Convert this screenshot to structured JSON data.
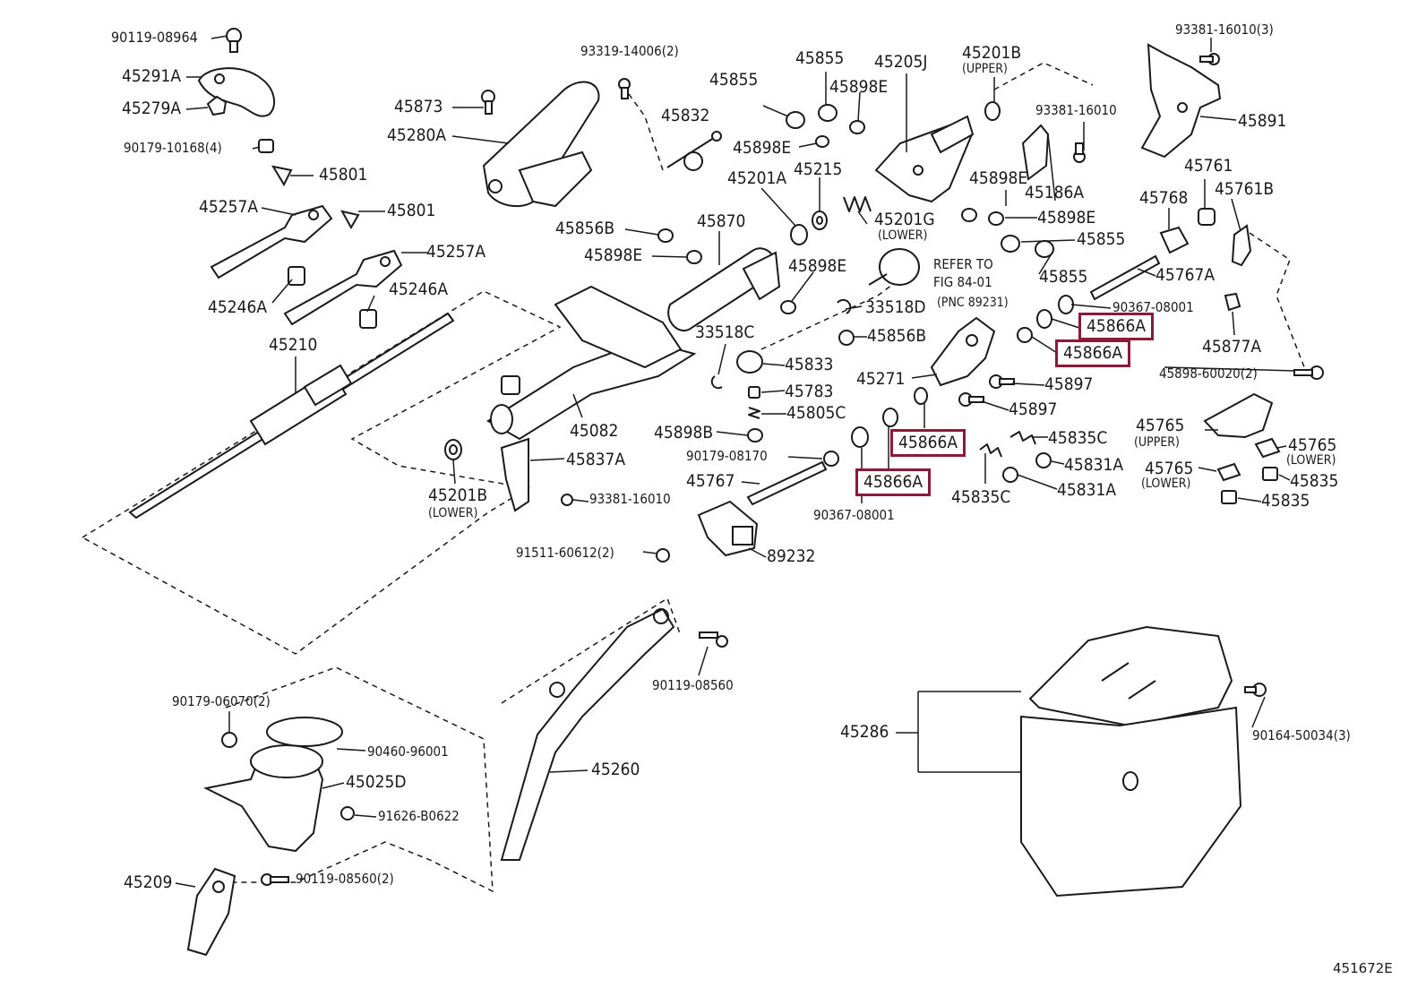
{
  "diagram_id": "451672E",
  "refer_note": {
    "line1": "REFER TO",
    "line2": "FIG 84-01",
    "line3": "(PNC 89231)"
  },
  "highlight_color": "#8b1a3a",
  "labels": {
    "p90119_08964": "90119-08964",
    "p45291A": "45291A",
    "p45279A": "45279A",
    "p90179_10168": "90179-10168(4)",
    "p45801_a": "45801",
    "p45257A_a": "45257A",
    "p45801_b": "45801",
    "p45257A_b": "45257A",
    "p45246A_a": "45246A",
    "p45246A_b": "45246A",
    "p45210": "45210",
    "p93319_14006": "93319-14006(2)",
    "p45873": "45873",
    "p45280A": "45280A",
    "p45855_a": "45855",
    "p45832": "45832",
    "p45855_b": "45855",
    "p45898E_a": "45898E",
    "p45898E_b": "45898E",
    "p45205J": "45205J",
    "p45201B_up": "45201B",
    "p45201B_up_sub": "(UPPER)",
    "p93381_16010_3": "93381-16010(3)",
    "p93381_16010": "93381-16010",
    "p45891": "45891",
    "p45201A": "45201A",
    "p45215": "45215",
    "p45898E_c": "45898E",
    "p45186A": "45186A",
    "p45761": "45761",
    "p45761B": "45761B",
    "p45856B_a": "45856B",
    "p45870": "45870",
    "p45201G": "45201G",
    "p45201G_sub": "(LOWER)",
    "p45898E_d": "45898E",
    "p45768": "45768",
    "p45898E_e": "45898E",
    "p45855_c": "45855",
    "p45898E_f": "45898E",
    "p45855_d": "45855",
    "p45767A": "45767A",
    "p90367_08001_a": "90367-08001",
    "p33518D": "33518D",
    "p45866A_1": "45866A",
    "p45856B_b": "45856B",
    "p45866A_2": "45866A",
    "p45877A": "45877A",
    "p33518C": "33518C",
    "p45833": "45833",
    "p45271": "45271",
    "p45897_a": "45897",
    "p45898_60020": "45898-60020(2)",
    "p45783": "45783",
    "p45805C": "45805C",
    "p45897_b": "45897",
    "p45082": "45082",
    "p45898B": "45898B",
    "p45866A_3": "45866A",
    "p45835C_a": "45835C",
    "p45765_up": "45765",
    "p45765_up_sub": "(UPPER)",
    "p45765_low_r": "45765",
    "p45765_low_r_sub": "(LOWER)",
    "p45837A": "45837A",
    "p90179_08170": "90179-08170",
    "p45831A_a": "45831A",
    "p45765_low_l": "45765",
    "p45765_low_l_sub": "(LOWER)",
    "p45835_a": "45835",
    "p45767": "45767",
    "p45866A_4": "45866A",
    "p45831A_b": "45831A",
    "p45201B_low": "45201B",
    "p45201B_low_sub": "(LOWER)",
    "p93381_16010_b": "93381-16010",
    "p45835C_b": "45835C",
    "p45835_b": "45835",
    "p90367_08001_b": "90367-08001",
    "p91511_60612": "91511-60612(2)",
    "p89232": "89232",
    "p90119_08560": "90119-08560",
    "p90179_06070": "90179-06070(2)",
    "p90460_96001": "90460-96001",
    "p45286": "45286",
    "p90164_50034": "90164-50034(3)",
    "p45025D": "45025D",
    "p45260": "45260",
    "p91626_B0622": "91626-B0622",
    "p45209": "45209",
    "p90119_08560_2": "90119-08560(2)"
  }
}
